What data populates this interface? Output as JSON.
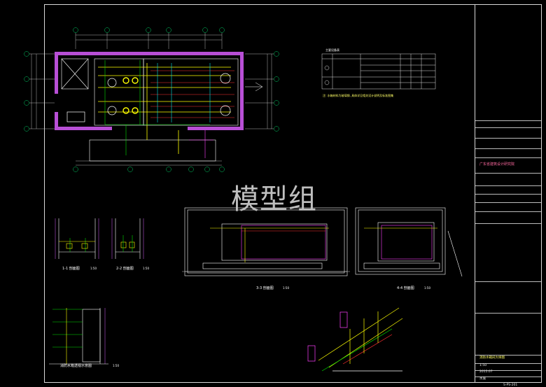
{
  "watermark": "模型组",
  "sections": {
    "s1": "1-1 剖面图",
    "s2": "2-2 剖面图",
    "s3": "3-3 剖面图",
    "s4": "4-4 剖面图",
    "s5": "消防水箱透视示意图"
  },
  "scales": {
    "s1": "1:50",
    "s2": "1:50",
    "s3": "1:50",
    "s4": "1:50",
    "s5": "1:50"
  },
  "legend": {
    "title": "主要设备表",
    "note": "注: 水箱材料为玻璃钢, 具体详见相关设计说明及标准图集"
  },
  "titleblock": {
    "logo_text": "广东省建筑设计研究院",
    "drawing_title": "消防水箱间大样图",
    "scale": "1:50",
    "date": "2015.07",
    "sheet_label": "水施",
    "sheet_no": "S-PS-201"
  },
  "colors": {
    "wall": "#b84fd6",
    "pipe_yellow": "#ffff00",
    "pipe_green": "#00e000",
    "pipe_red": "#ff3030",
    "pipe_cyan": "#00e5e5",
    "axis": "#00cc66",
    "annot_magenta": "#ff40ff"
  }
}
